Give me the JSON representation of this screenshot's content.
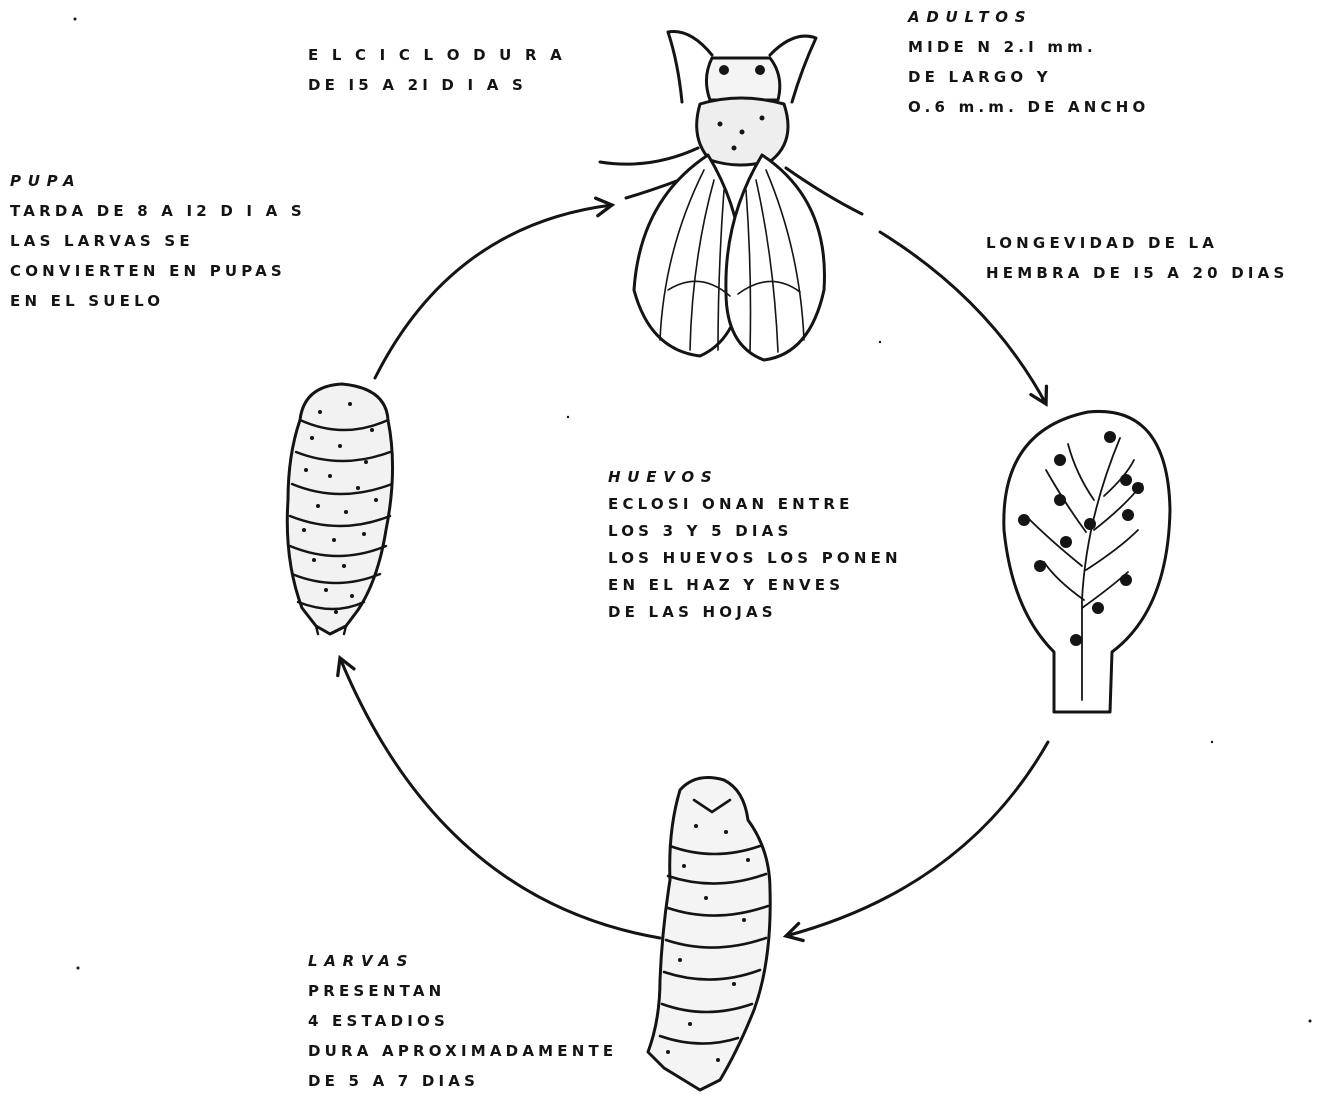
{
  "cycle_note": {
    "line1": "E L   C I C L O   D U R A",
    "line2": "DE  I5  A  2I   D I A S"
  },
  "adultos": {
    "heading": "ADULTOS",
    "lines": [
      "MIDE N  2.I  mm.",
      "DE  LARGO  Y",
      "O.6 m.m. DE ANCHO"
    ]
  },
  "longevidad": {
    "lines": [
      "LONGEVIDAD  DE  LA",
      "HEMBRA  DE  I5 A  20  DIAS"
    ]
  },
  "pupa": {
    "heading": "PUPA",
    "lines": [
      "TARDA  DE  8  A  I2  D I A S",
      "LAS  LARVAS  SE",
      "CONVIERTEN EN PUPAS",
      "EN  EL  SUELO"
    ]
  },
  "huevos": {
    "heading": "HUEVOS",
    "lines": [
      "ECLOSI ONAN  ENTRE",
      "LOS  3  Y  5  DIAS",
      "LOS  HUEVOS LOS PONEN",
      "EN  EL  HAZ  Y  ENVES",
      "DE  LAS  HOJAS"
    ]
  },
  "larvas": {
    "heading": "LARVAS",
    "lines": [
      "PRESENTAN",
      "4   ESTADIOS",
      "DURA  APROXIMADAMENTE",
      "DE 5 A 7  DIAS"
    ]
  },
  "colors": {
    "ink": "#141414",
    "background": "#ffffff"
  }
}
